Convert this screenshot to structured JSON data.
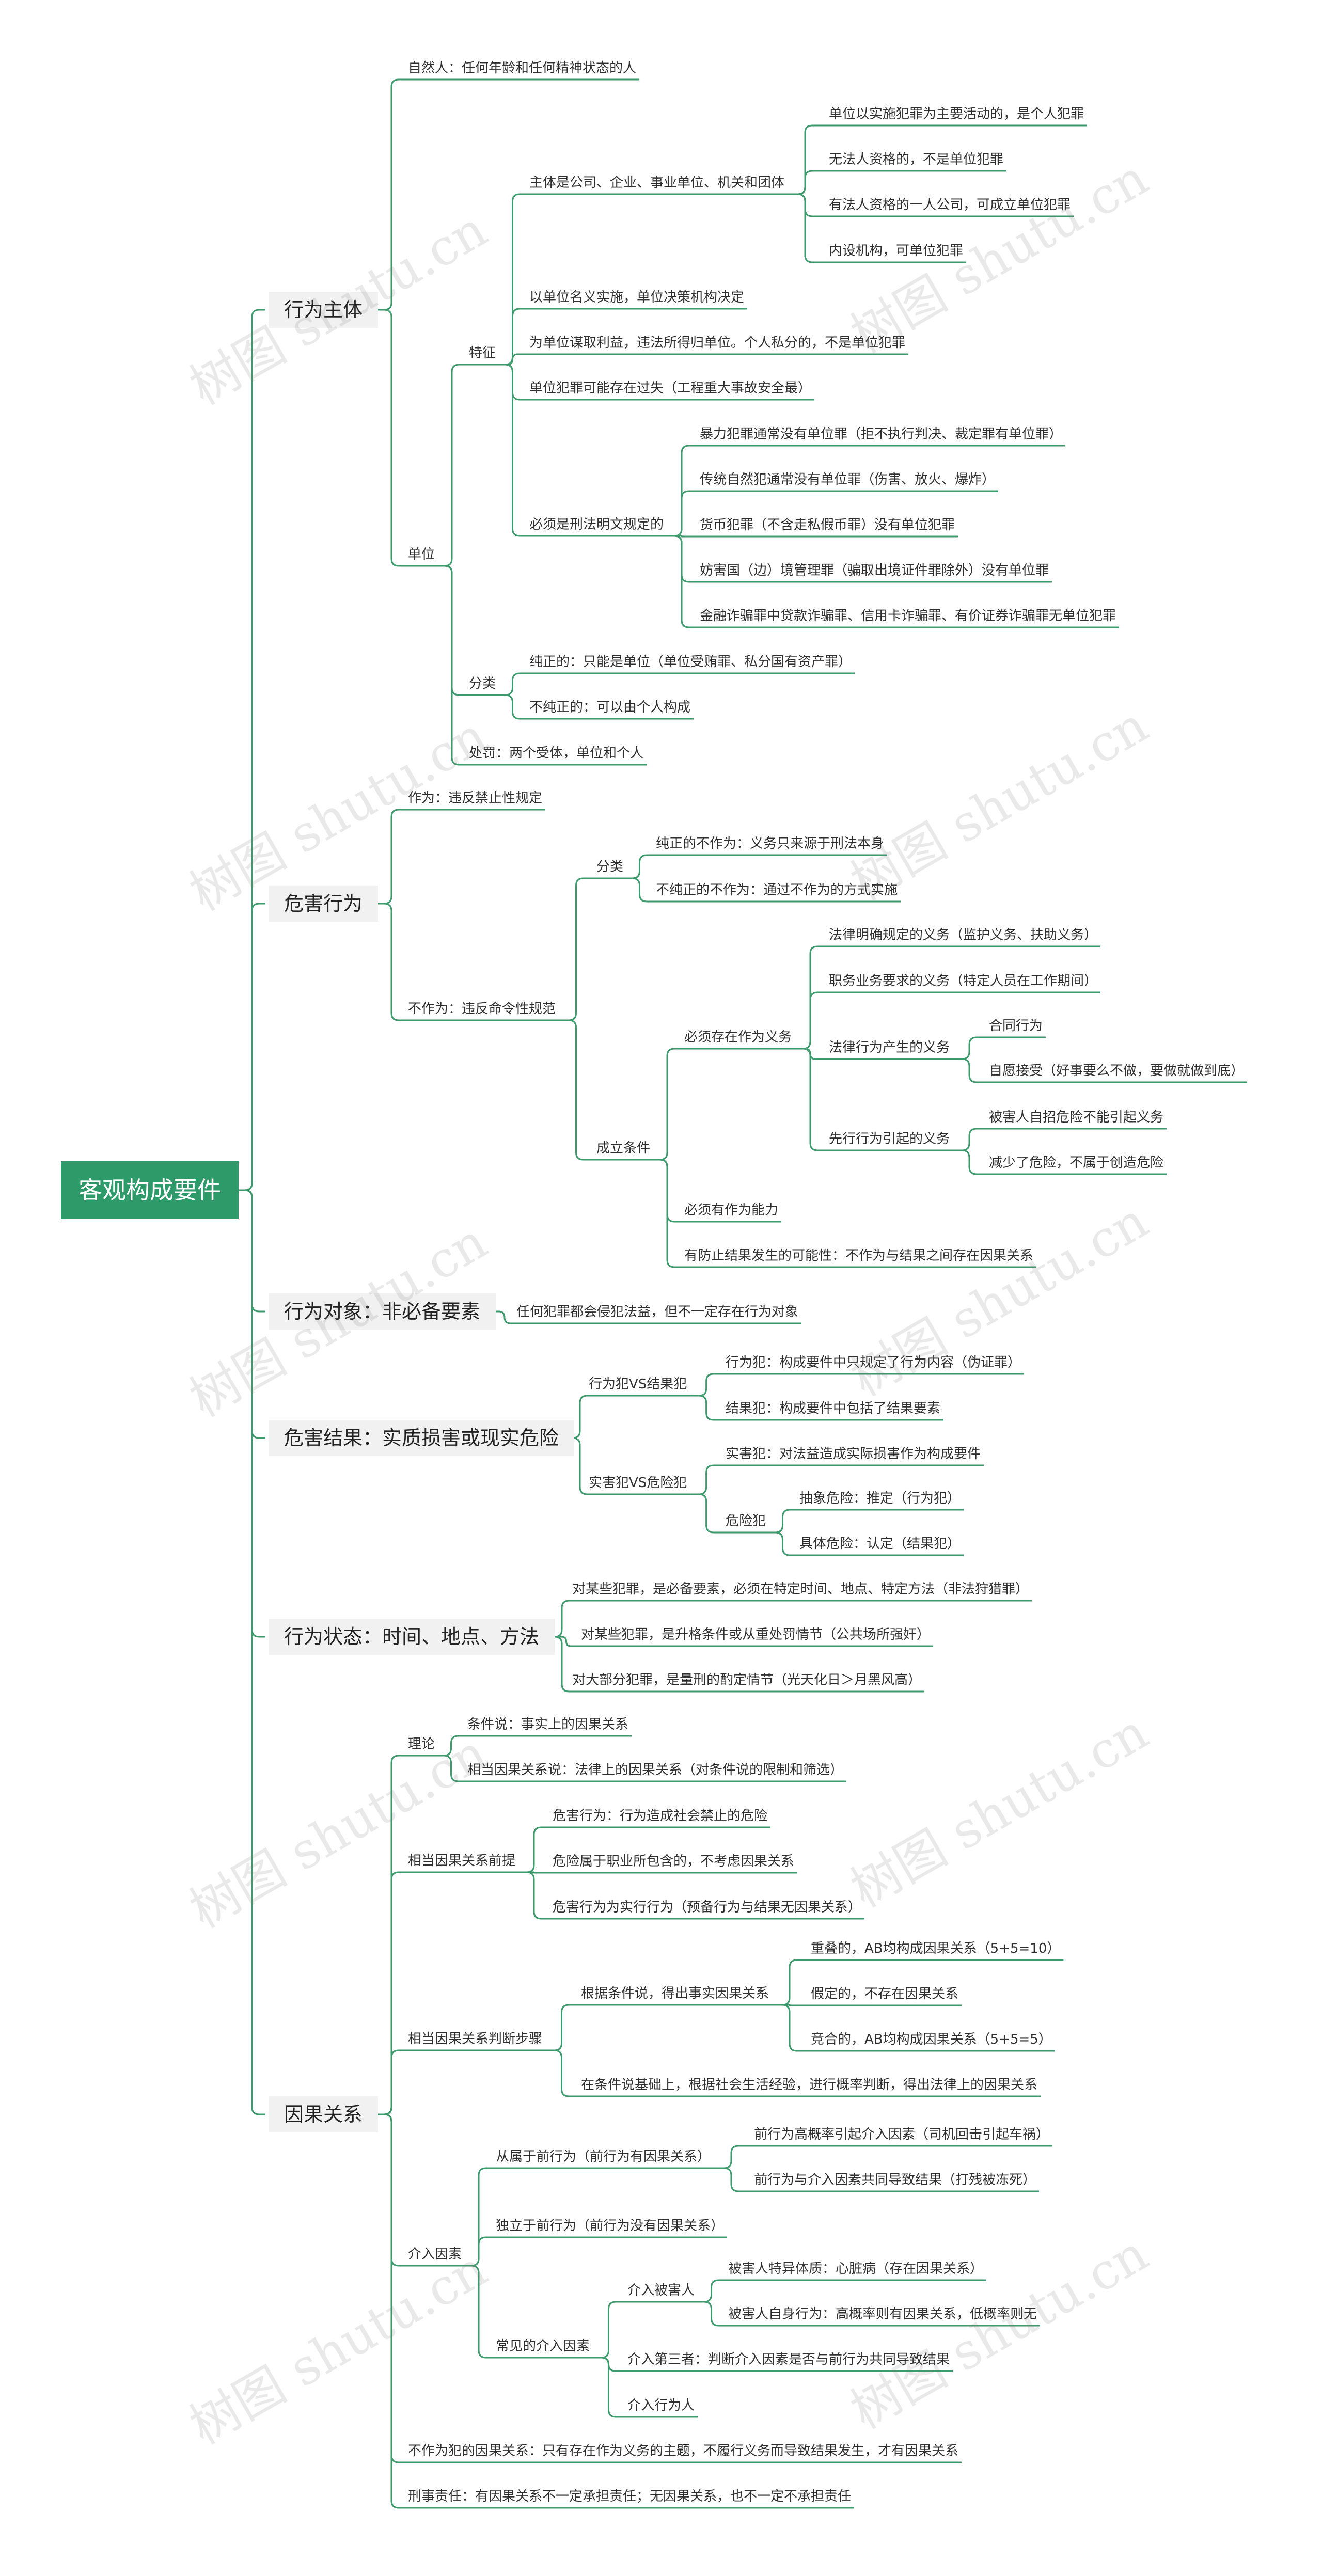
{
  "colors": {
    "line": "#3d9a6c",
    "root_bg": "#2e9a6a",
    "main_bg": "#f1f1f1",
    "text": "#2f2f2f"
  },
  "watermark": "树图 shutu.cn",
  "root": "客观构成要件",
  "nodes": [
    {
      "id": "a1",
      "text": "行为主体",
      "p": "root"
    },
    {
      "id": "a1a",
      "text": "自然人：任何年龄和任何精神状态的人",
      "p": "a1"
    },
    {
      "id": "a1b",
      "text": "单位",
      "p": "a1"
    },
    {
      "id": "t1",
      "text": "特征",
      "p": "a1b"
    },
    {
      "id": "t1a",
      "text": "主体是公司、企业、事业单位、机关和团体",
      "p": "t1"
    },
    {
      "id": "t1a1",
      "text": "单位以实施犯罪为主要活动的，是个人犯罪",
      "p": "t1a"
    },
    {
      "id": "t1a2",
      "text": "无法人资格的，不是单位犯罪",
      "p": "t1a"
    },
    {
      "id": "t1a3",
      "text": "有法人资格的一人公司，可成立单位犯罪",
      "p": "t1a"
    },
    {
      "id": "t1a4",
      "text": "内设机构，可单位犯罪",
      "p": "t1a"
    },
    {
      "id": "t1b",
      "text": "以单位名义实施，单位决策机构决定",
      "p": "t1"
    },
    {
      "id": "t1c",
      "text": "为单位谋取利益，违法所得归单位。个人私分的，不是单位犯罪",
      "p": "t1"
    },
    {
      "id": "t1d",
      "text": "单位犯罪可能存在过失（工程重大事故安全最）",
      "p": "t1"
    },
    {
      "id": "t1e",
      "text": "必须是刑法明文规定的",
      "p": "t1"
    },
    {
      "id": "t1e1",
      "text": "暴力犯罪通常没有单位罪（拒不执行判决、裁定罪有单位罪）",
      "p": "t1e"
    },
    {
      "id": "t1e2",
      "text": "传统自然犯通常没有单位罪（伤害、放火、爆炸）",
      "p": "t1e"
    },
    {
      "id": "t1e3",
      "text": "货币犯罪（不含走私假币罪）没有单位犯罪",
      "p": "t1e"
    },
    {
      "id": "t1e4",
      "text": "妨害国（边）境管理罪（骗取出境证件罪除外）没有单位罪",
      "p": "t1e"
    },
    {
      "id": "t1e5",
      "text": "金融诈骗罪中贷款诈骗罪、信用卡诈骗罪、有价证券诈骗罪无单位犯罪",
      "p": "t1e"
    },
    {
      "id": "t2",
      "text": "分类",
      "p": "a1b"
    },
    {
      "id": "t2a",
      "text": "纯正的：只能是单位（单位受贿罪、私分国有资产罪）",
      "p": "t2"
    },
    {
      "id": "t2b",
      "text": "不纯正的：可以由个人构成",
      "p": "t2"
    },
    {
      "id": "t3",
      "text": "处罚：两个受体，单位和个人",
      "p": "a1b"
    },
    {
      "id": "a2",
      "text": "危害行为",
      "p": "root"
    },
    {
      "id": "a2a",
      "text": "作为：违反禁止性规定",
      "p": "a2"
    },
    {
      "id": "a2b",
      "text": "不作为：违反命令性规范",
      "p": "a2"
    },
    {
      "id": "b1",
      "text": "分类",
      "p": "a2b"
    },
    {
      "id": "b1a",
      "text": "纯正的不作为：义务只来源于刑法本身",
      "p": "b1"
    },
    {
      "id": "b1b",
      "text": "不纯正的不作为：通过不作为的方式实施",
      "p": "b1"
    },
    {
      "id": "b2",
      "text": "成立条件",
      "p": "a2b"
    },
    {
      "id": "b2a",
      "text": "必须存在作为义务",
      "p": "b2"
    },
    {
      "id": "b2a1",
      "text": "法律明确规定的义务（监护义务、扶助义务）",
      "p": "b2a"
    },
    {
      "id": "b2a2",
      "text": "职务业务要求的义务（特定人员在工作期间）",
      "p": "b2a"
    },
    {
      "id": "b2a3",
      "text": "法律行为产生的义务",
      "p": "b2a"
    },
    {
      "id": "b2a3a",
      "text": "合同行为",
      "p": "b2a3"
    },
    {
      "id": "b2a3b",
      "text": "自愿接受（好事要么不做，要做就做到底）",
      "p": "b2a3"
    },
    {
      "id": "b2a4",
      "text": "先行行为引起的义务",
      "p": "b2a"
    },
    {
      "id": "b2a4a",
      "text": "被害人自招危险不能引起义务",
      "p": "b2a4"
    },
    {
      "id": "b2a4b",
      "text": "减少了危险，不属于创造危险",
      "p": "b2a4"
    },
    {
      "id": "b2b",
      "text": "必须有作为能力",
      "p": "b2"
    },
    {
      "id": "b2c",
      "text": "有防止结果发生的可能性：不作为与结果之间存在因果关系",
      "p": "b2"
    },
    {
      "id": "a3",
      "text": "行为对象：非必备要素",
      "p": "root"
    },
    {
      "id": "a3a",
      "text": "任何犯罪都会侵犯法益，但不一定存在行为对象",
      "p": "a3"
    },
    {
      "id": "a4",
      "text": "危害结果：实质损害或现实危险",
      "p": "root"
    },
    {
      "id": "c1",
      "text": "行为犯VS结果犯",
      "p": "a4"
    },
    {
      "id": "c1a",
      "text": "行为犯：构成要件中只规定了行为内容（伪证罪）",
      "p": "c1"
    },
    {
      "id": "c1b",
      "text": "结果犯：构成要件中包括了结果要素",
      "p": "c1"
    },
    {
      "id": "c2",
      "text": "实害犯VS危险犯",
      "p": "a4"
    },
    {
      "id": "c2a",
      "text": "实害犯：对法益造成实际损害作为构成要件",
      "p": "c2"
    },
    {
      "id": "c2b",
      "text": "危险犯",
      "p": "c2"
    },
    {
      "id": "c2b1",
      "text": "抽象危险：推定（行为犯）",
      "p": "c2b"
    },
    {
      "id": "c2b2",
      "text": "具体危险：认定（结果犯）",
      "p": "c2b"
    },
    {
      "id": "a5",
      "text": "行为状态：时间、地点、方法",
      "p": "root"
    },
    {
      "id": "a5a",
      "text": "对某些犯罪，是必备要素，必须在特定时间、地点、特定方法（非法狩猎罪）",
      "p": "a5"
    },
    {
      "id": "a5b",
      "text": "对某些犯罪，是升格条件或从重处罚情节（公共场所强奸）",
      "p": "a5"
    },
    {
      "id": "a5c",
      "text": "对大部分犯罪，是量刑的酌定情节（光天化日＞月黑风高）",
      "p": "a5"
    },
    {
      "id": "a6",
      "text": "因果关系",
      "p": "root"
    },
    {
      "id": "d1",
      "text": "理论",
      "p": "a6"
    },
    {
      "id": "d1a",
      "text": "条件说：事实上的因果关系",
      "p": "d1"
    },
    {
      "id": "d1b",
      "text": "相当因果关系说：法律上的因果关系（对条件说的限制和筛选）",
      "p": "d1"
    },
    {
      "id": "d2",
      "text": "相当因果关系前提",
      "p": "a6"
    },
    {
      "id": "d2a",
      "text": "危害行为：行为造成社会禁止的危险",
      "p": "d2"
    },
    {
      "id": "d2b",
      "text": "危险属于职业所包含的，不考虑因果关系",
      "p": "d2"
    },
    {
      "id": "d2c",
      "text": "危害行为为实行行为（预备行为与结果无因果关系）",
      "p": "d2"
    },
    {
      "id": "d3",
      "text": "相当因果关系判断步骤",
      "p": "a6"
    },
    {
      "id": "d3a",
      "text": "根据条件说，得出事实因果关系",
      "p": "d3"
    },
    {
      "id": "d3a1",
      "text": "重叠的，AB均构成因果关系（5+5=10）",
      "p": "d3a"
    },
    {
      "id": "d3a2",
      "text": "假定的，不存在因果关系",
      "p": "d3a"
    },
    {
      "id": "d3a3",
      "text": "竞合的，AB均构成因果关系（5+5=5）",
      "p": "d3a"
    },
    {
      "id": "d3b",
      "text": "在条件说基础上，根据社会生活经验，进行概率判断，得出法律上的因果关系",
      "p": "d3"
    },
    {
      "id": "d4",
      "text": "介入因素",
      "p": "a6"
    },
    {
      "id": "d4a",
      "text": "从属于前行为（前行为有因果关系）",
      "p": "d4"
    },
    {
      "id": "d4a1",
      "text": "前行为高概率引起介入因素（司机回击引起车祸）",
      "p": "d4a"
    },
    {
      "id": "d4a2",
      "text": "前行为与介入因素共同导致结果（打残被冻死）",
      "p": "d4a"
    },
    {
      "id": "d4b",
      "text": "独立于前行为（前行为没有因果关系）",
      "p": "d4"
    },
    {
      "id": "d4c",
      "text": "常见的介入因素",
      "p": "d4"
    },
    {
      "id": "d4c1",
      "text": "介入被害人",
      "p": "d4c"
    },
    {
      "id": "d4c1a",
      "text": "被害人特异体质：心脏病（存在因果关系）",
      "p": "d4c1"
    },
    {
      "id": "d4c1b",
      "text": "被害人自身行为：高概率则有因果关系，低概率则无",
      "p": "d4c1"
    },
    {
      "id": "d4c2",
      "text": "介入第三者：判断介入因素是否与前行为共同导致结果",
      "p": "d4c"
    },
    {
      "id": "d4c3",
      "text": "介入行为人",
      "p": "d4c"
    },
    {
      "id": "d5",
      "text": "不作为犯的因果关系：只有存在作为义务的主题，不履行义务而导致结果发生，才有因果关系",
      "p": "a6"
    },
    {
      "id": "d6",
      "text": "刑事责任：有因果关系不一定承担责任；无因果关系，也不一定不承担责任",
      "p": "a6"
    }
  ]
}
